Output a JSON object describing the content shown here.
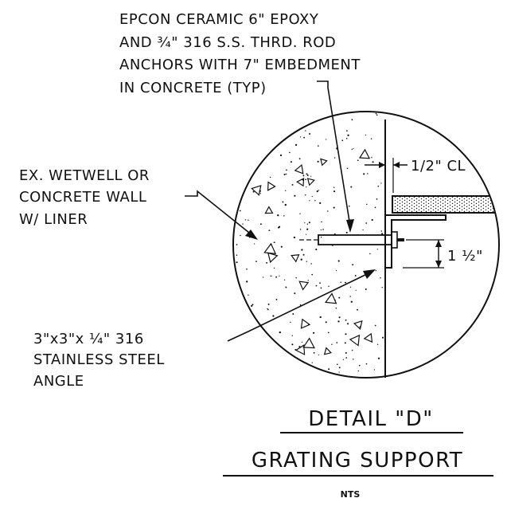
{
  "callouts": {
    "anchor": [
      "EPCON CERAMIC 6\" EPOXY",
      "AND ¾\" 316 S.S. THRD. ROD",
      "ANCHORS WITH 7\" EMBEDMENT",
      "IN CONCRETE (TYP)"
    ],
    "wall": [
      "EX. WETWELL OR",
      "CONCRETE WALL",
      "W/ LINER"
    ],
    "angle": [
      "3\"x3\"x ¼\" 316",
      "STAINLESS STEEL",
      "ANGLE"
    ],
    "clearance": "1/2\" CL",
    "offset": "1 ½\""
  },
  "title": {
    "detail": "DETAIL \"D\"",
    "name": "GRATING SUPPORT",
    "scale": "NTS"
  },
  "colors": {
    "ink": "#111111",
    "background": "#ffffff"
  }
}
